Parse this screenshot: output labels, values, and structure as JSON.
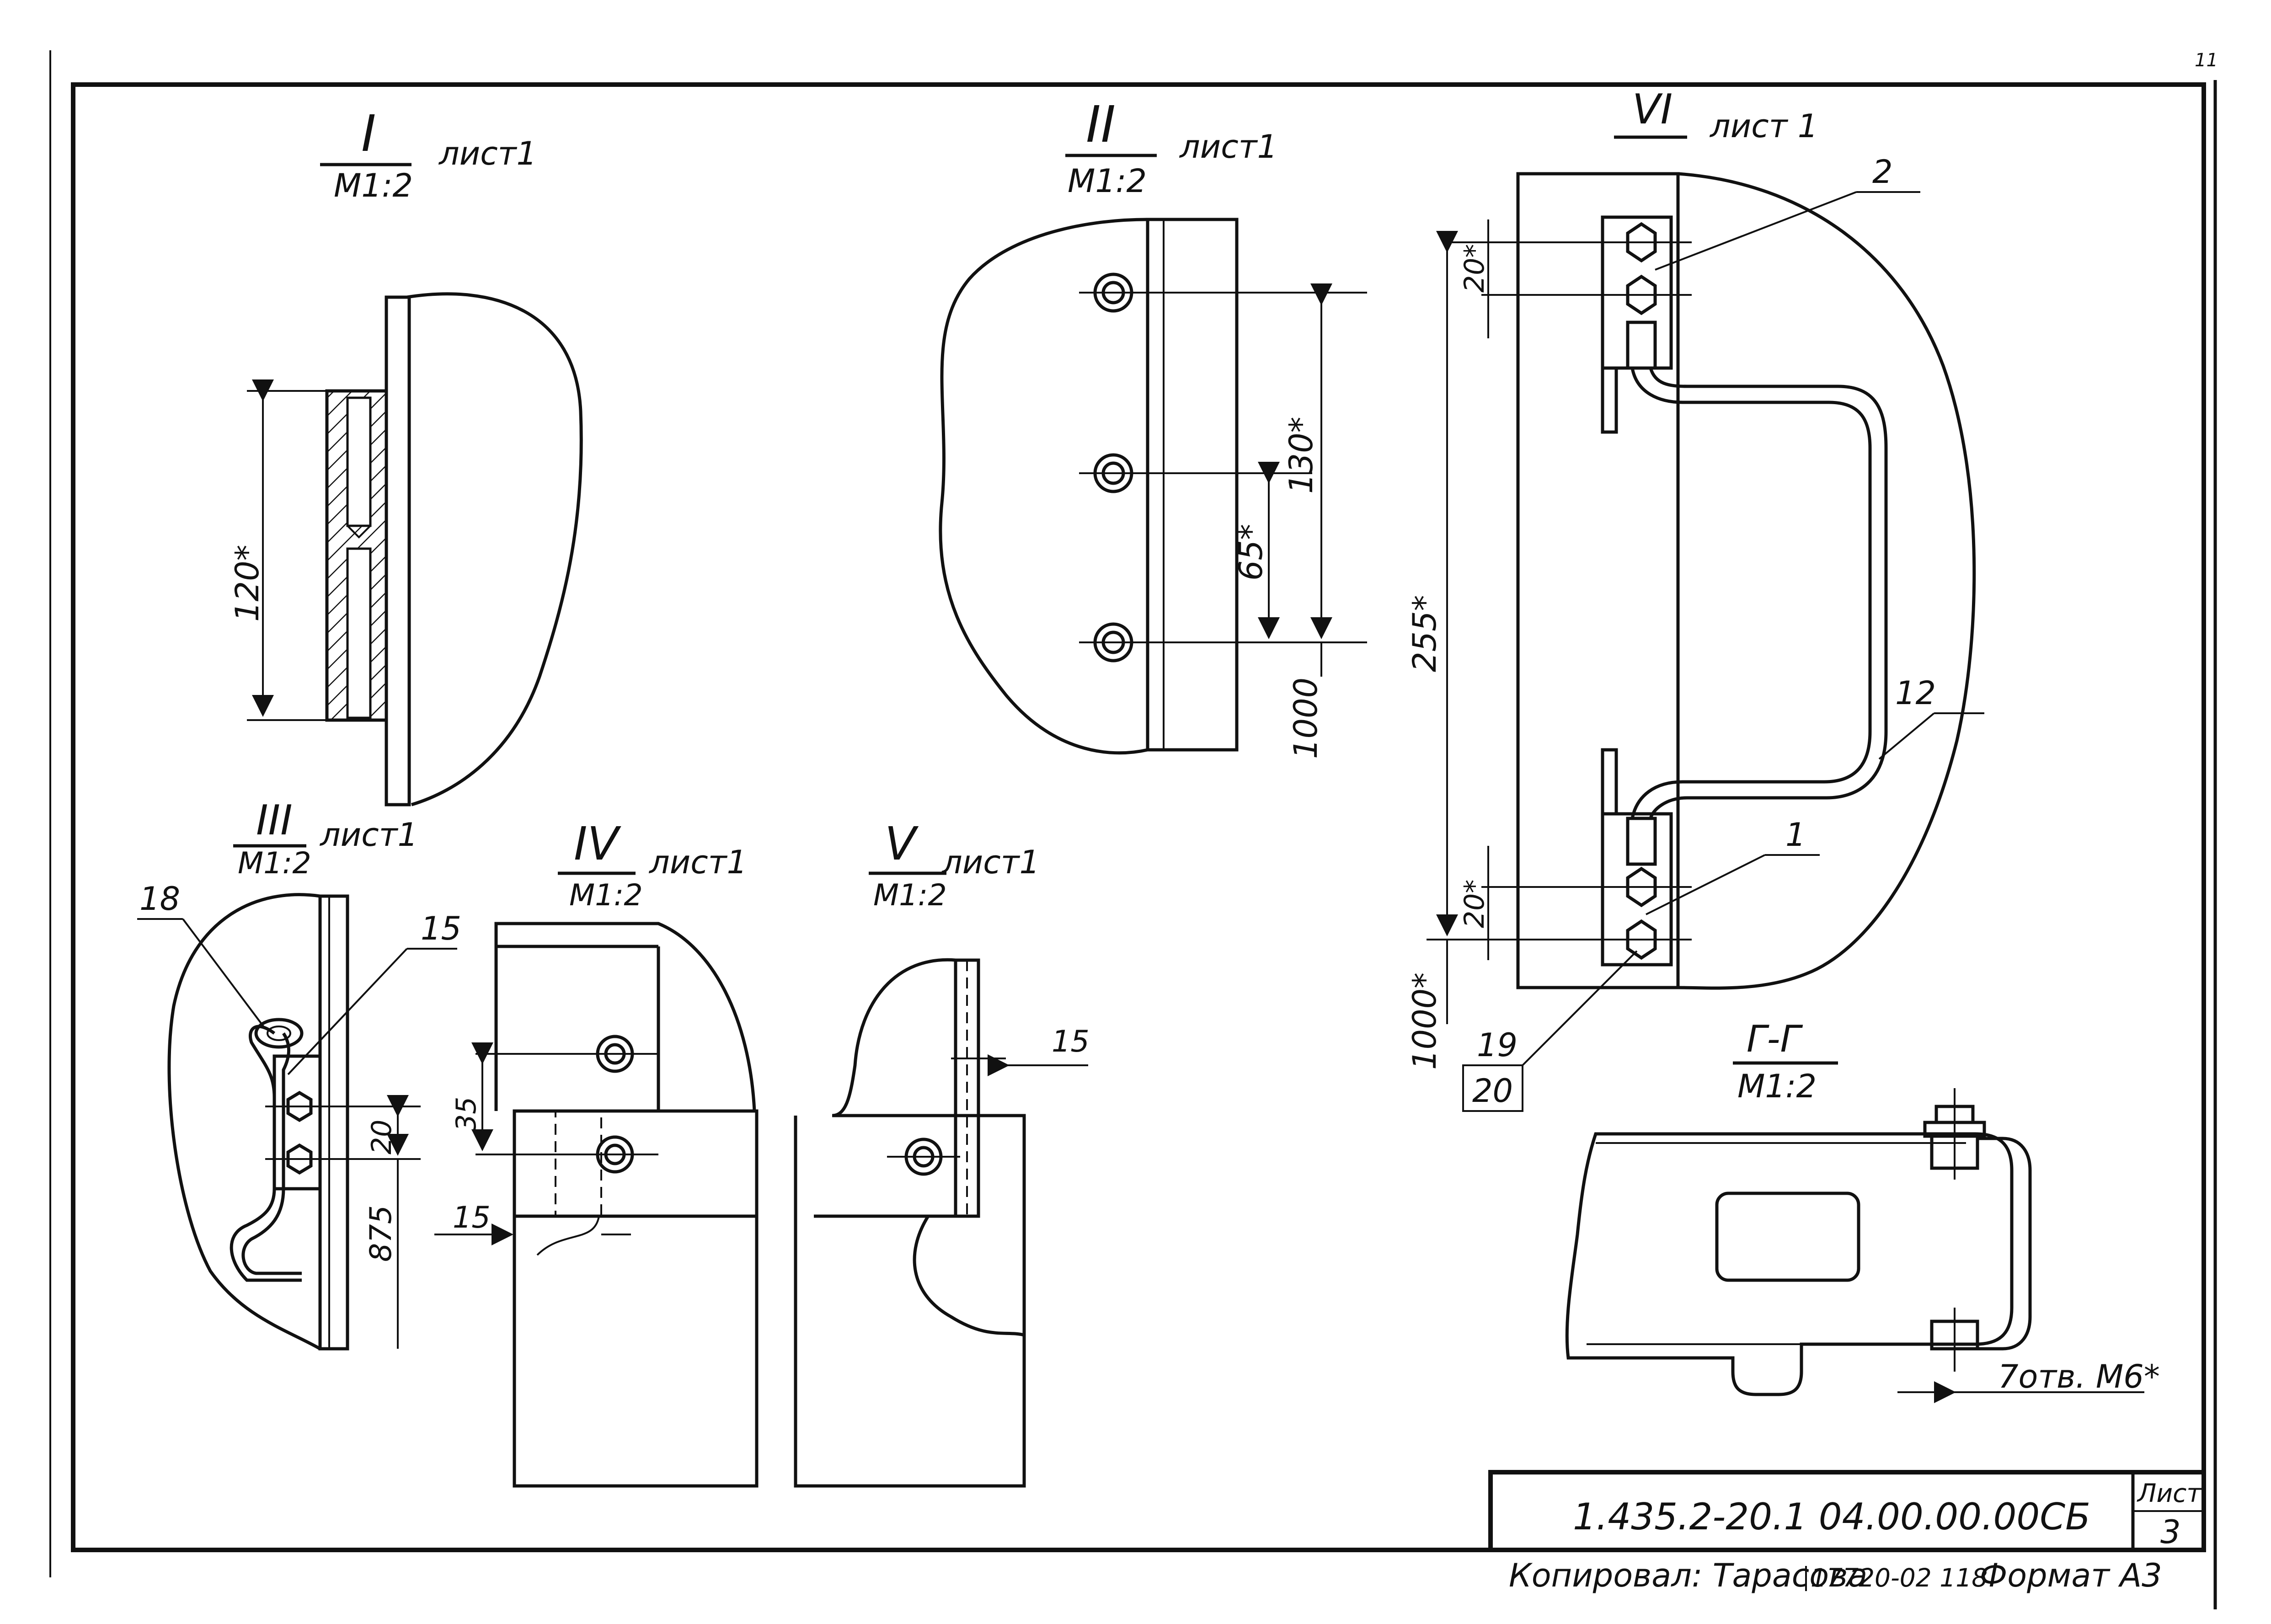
{
  "views": {
    "v1": {
      "numeral": "I",
      "sheet": "лист1",
      "scale": "М1:2",
      "dim": "120*"
    },
    "v2": {
      "numeral": "II",
      "sheet": "лист1",
      "scale": "М1:2",
      "dim_a": "130*",
      "dim_b": "65*",
      "dim_c": "1000"
    },
    "v3": {
      "numeral": "III",
      "sheet": "лист1",
      "scale": "М1:2",
      "pos_a": "18",
      "pos_b": "15",
      "dim_a": "20",
      "dim_b": "875"
    },
    "v4": {
      "numeral": "IV",
      "sheet": "лист1",
      "scale": "М1:2",
      "dim_a": "35",
      "dim_b": "15"
    },
    "v5": {
      "numeral": "V",
      "sheet": "лист1",
      "scale": "М1:2",
      "dim_a": "15"
    },
    "v6": {
      "numeral": "VI",
      "sheet": "лист 1",
      "pos_a": "2",
      "pos_b": "12",
      "pos_c": "1",
      "pos_d": "19",
      "pos_e": "20",
      "dim_a": "20*",
      "dim_b": "255*",
      "dim_c": "20*",
      "dim_d": "1000*"
    },
    "section": {
      "title": "Г-Г",
      "scale": "М1:2",
      "note": "7отв. М6*"
    }
  },
  "title_block": {
    "designation": "1.435.2-20.1 04.00.00.00СБ",
    "sheet_label": "Лист",
    "sheet_number": "3"
  },
  "footer": {
    "copied_by": "Копировал: Тарасова",
    "order": "17720-02 118",
    "format": "Формат А3"
  },
  "corner_mark": "11"
}
